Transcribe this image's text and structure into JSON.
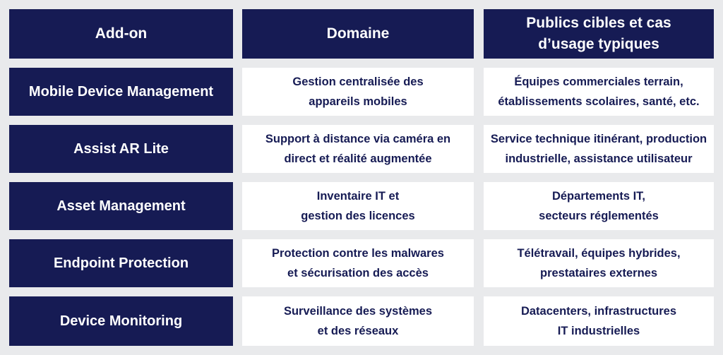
{
  "header": {
    "col_addon": "Add-on",
    "col_domain": "Domaine",
    "col_audience": "Publics cibles et cas\nd’usage typiques"
  },
  "rows": [
    {
      "addon": "Mobile Device Management",
      "domain": "Gestion centralisée des\nappareils mobiles",
      "audience": "Équipes commerciales terrain,\nétablissements scolaires, santé, etc."
    },
    {
      "addon": "Assist AR Lite",
      "domain": "Support à distance via caméra en\ndirect et réalité augmentée",
      "audience": "Service technique itinérant, production\nindustrielle, assistance utilisateur"
    },
    {
      "addon": "Asset Management",
      "domain": "Inventaire IT et\ngestion des licences",
      "audience": "Départements IT,\nsecteurs réglementés"
    },
    {
      "addon": "Endpoint Protection",
      "domain": "Protection contre les malwares\net sécurisation des accès",
      "audience": "Télétravail, équipes hybrides,\nprestataires externes"
    },
    {
      "addon": "Device Monitoring",
      "domain": "Surveillance des systèmes\net des réseaux",
      "audience": "Datacenters, infrastructures\nIT industrielles"
    }
  ],
  "colors": {
    "header_bg": "#161b54",
    "body_bg": "#ffffff",
    "page_bg": "#e9eaec",
    "body_text": "#161b54"
  }
}
